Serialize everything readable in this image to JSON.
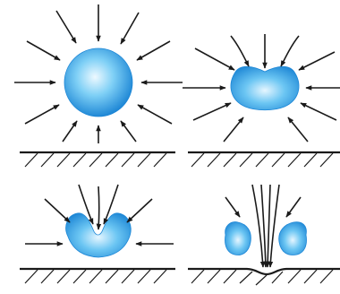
{
  "diagram": {
    "panels": [
      {
        "id": "panel-1",
        "stage": "spherical-bubble"
      },
      {
        "id": "panel-2",
        "stage": "flattened-bubble"
      },
      {
        "id": "panel-3",
        "stage": "jet-indenting-bubble"
      },
      {
        "id": "panel-4",
        "stage": "jet-pierced-bubble-impacting-wall"
      }
    ],
    "colors": {
      "bubble_light": "#e8f6ff",
      "bubble_mid": "#5cc0f2",
      "bubble_dark": "#1c86d6",
      "line": "#1a1a1a",
      "background": "#ffffff"
    }
  }
}
